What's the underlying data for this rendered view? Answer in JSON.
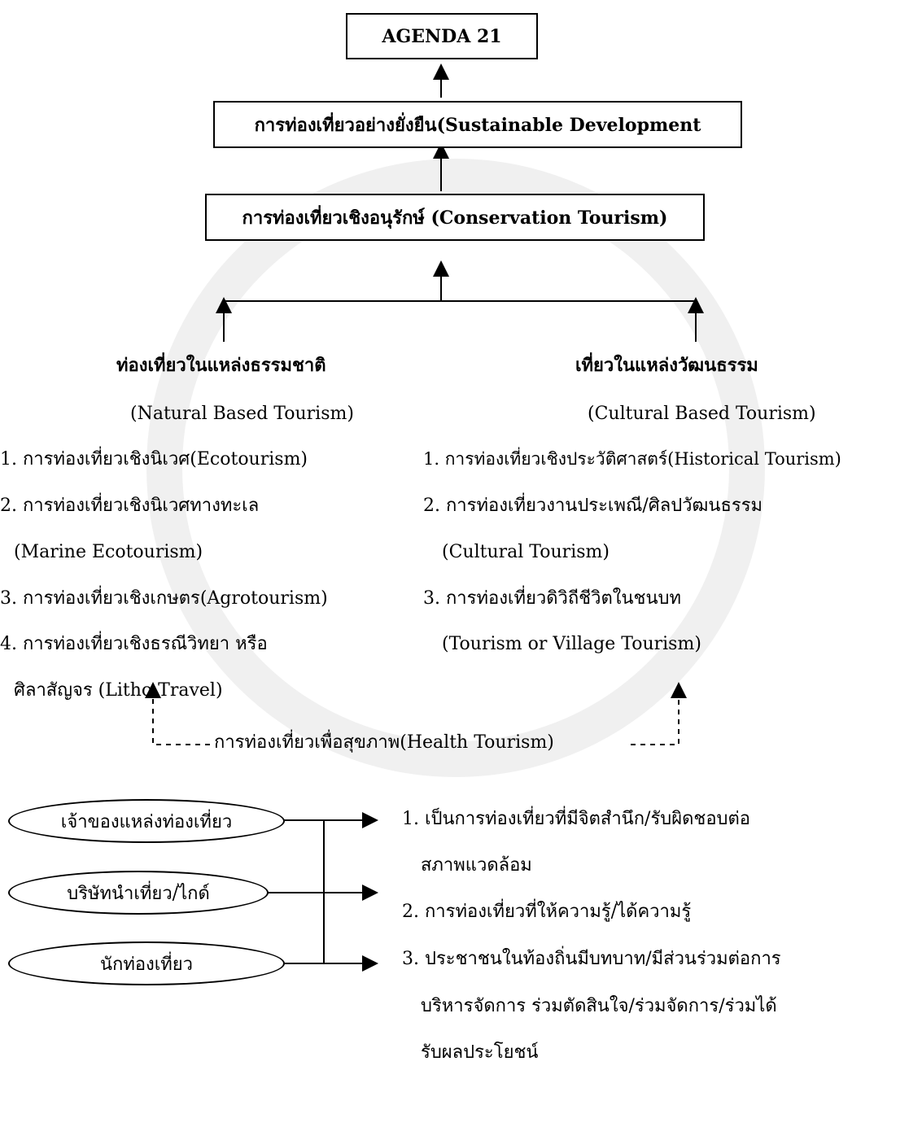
{
  "boxes": {
    "agenda": "AGENDA 21",
    "sustainable": "การท่องเที่ยวอย่างยั่งยืน(Sustainable Development",
    "conservation": "การท่องเที่ยวเชิงอนุรักษ์ (Conservation Tourism)"
  },
  "natural": {
    "title": "ท่องเที่ยวในแหล่งธรรมชาติ",
    "subtitle": "(Natural Based Tourism)",
    "items": [
      "1. การท่องเที่ยวเชิงนิเวศ(Ecotourism)",
      "2. การท่องเที่ยวเชิงนิเวศทางทะเล",
      "(Marine Ecotourism)",
      "3. การท่องเที่ยวเชิงเกษตร(Agrotourism)",
      "4. การท่องเที่ยวเชิงธรณีวิทยา หรือ",
      "ศิลาสัญจร (Litho Travel)"
    ]
  },
  "cultural": {
    "title": "เที่ยวในแหล่งวัฒนธรรม",
    "subtitle": "(Cultural  Based Tourism)",
    "items": [
      "1. การท่องเที่ยวเชิงประวัติศาสตร์(Historical Tourism)",
      "2. การท่องเที่ยวงานประเพณี/ศิลปวัฒนธรรม",
      "(Cultural  Tourism)",
      "3. การท่องเที่ยวดิวิถีชีวิตในชนบท",
      "(Tourism or Village Tourism)"
    ]
  },
  "health": "การท่องเที่ยวเพื่อสุขภาพ(Health  Tourism)",
  "stakeholders": [
    "เจ้าของแหล่งท่องเที่ยว",
    "บริษัทนำเที่ยว/ไกด์",
    "นักท่องเที่ยว"
  ],
  "outcomes": [
    "1. เป็นการท่องเที่ยวที่มีจิตสำนึก/รับผิดชอบต่อ",
    "สภาพแวดล้อม",
    "2. การท่องเที่ยวที่ให้ความรู้/ได้ความรู้",
    "3. ประชาชนในท้องถิ่นมีบทบาท/มีส่วนร่วมต่อการ",
    "บริหารจัดการ ร่วมตัดสินใจ/ร่วมจัดการ/ร่วมได้",
    "รับผลประโยชน์"
  ]
}
